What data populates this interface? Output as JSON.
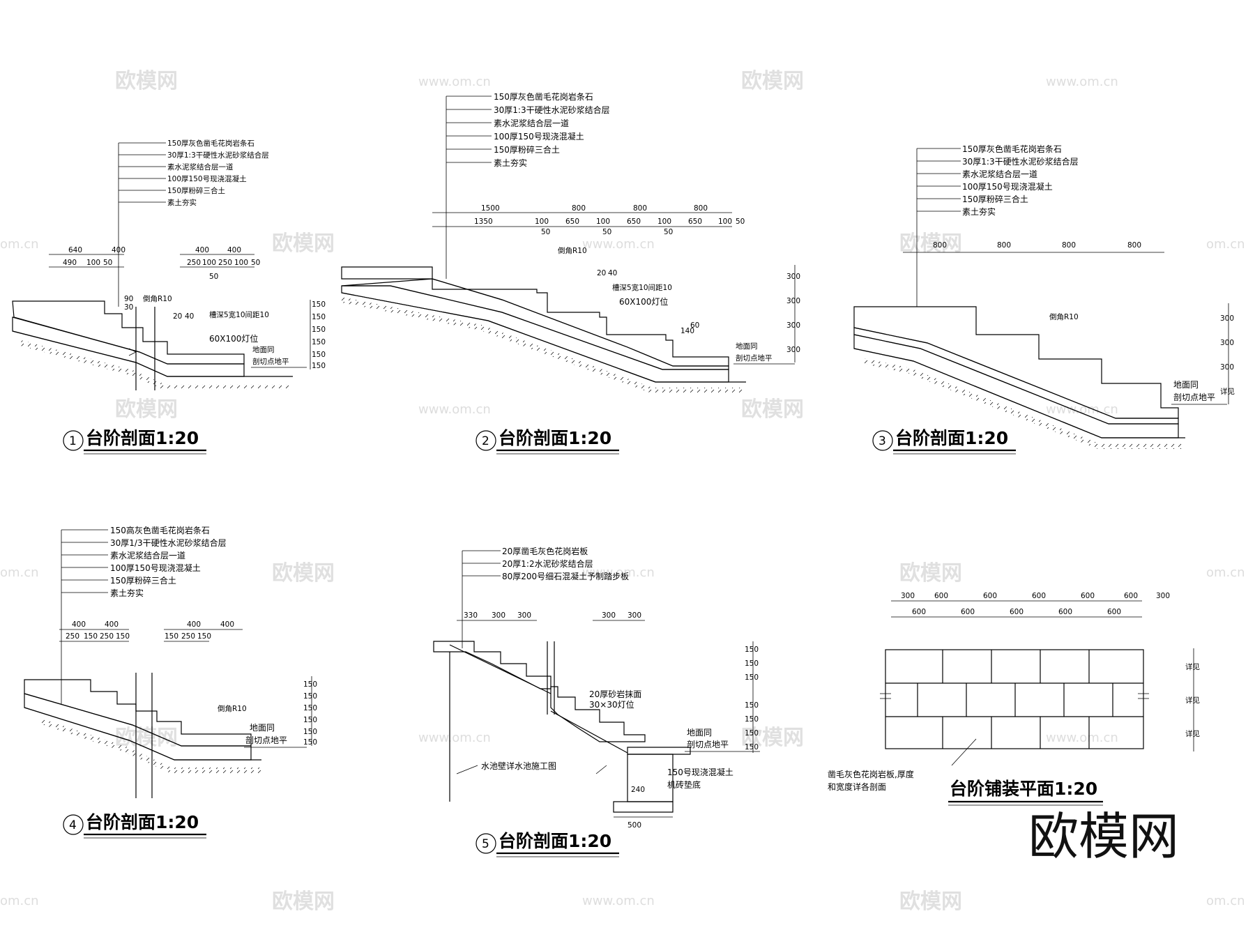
{
  "watermark": {
    "logo_text": "欧模网",
    "repeat_texts": [
      "欧模网",
      "www.om.cn",
      "om.cn"
    ]
  },
  "drawings": [
    {
      "title": "台阶剖面1:20",
      "number": "1",
      "layers": [
        "150厚灰色凿毛花岗岩条石",
        "30厚1:3干硬性水泥砂浆结合层",
        "素水泥浆结合层一道",
        "100厚150号现浇混凝土",
        "150厚粉碎三合土",
        "素土夯实"
      ],
      "dims_top": [
        "640",
        "400",
        "400",
        "400"
      ],
      "dims_bottom": [
        "490",
        "100",
        "50",
        "250",
        "100",
        "250",
        "100",
        "50",
        "50"
      ],
      "notes": [
        "倒角R10",
        "槽深5宽10间距10",
        "20",
        "40",
        "60X100灯位",
        "地面同",
        "剖切点地平",
        "30",
        "90"
      ],
      "dims_right": [
        "150",
        "150",
        "150",
        "150",
        "150",
        "150"
      ]
    },
    {
      "title": "台阶剖面1:20",
      "number": "2",
      "layers": [
        "150厚灰色凿毛花岗岩条石",
        "30厚1:3干硬性水泥砂浆结合层",
        "素水泥浆结合层一道",
        "100厚150号现浇混凝土",
        "150厚粉碎三合土",
        "素土夯实"
      ],
      "dims_top": [
        "1500",
        "800",
        "800",
        "800"
      ],
      "dims_bottom": [
        "1350",
        "100",
        "650",
        "100",
        "650",
        "100",
        "650",
        "100",
        "50",
        "50",
        "50",
        "50"
      ],
      "notes": [
        "倒角R10",
        "20",
        "40",
        "槽深5宽10间距10",
        "60X100灯位",
        "140",
        "60",
        "地面同",
        "剖切点地平"
      ],
      "dims_right": [
        "300",
        "300",
        "300",
        "300"
      ]
    },
    {
      "title": "台阶剖面1:20",
      "number": "3",
      "layers": [
        "150厚灰色凿毛花岗岩条石",
        "30厚1:3干硬性水泥砂浆结合层",
        "素水泥浆结合层一道",
        "100厚150号现浇混凝土",
        "150厚粉碎三合土",
        "素土夯实"
      ],
      "dims_top": [
        "800",
        "800",
        "800",
        "800"
      ],
      "notes": [
        "倒角R10",
        "地面同",
        "剖切点地平"
      ],
      "dims_right": [
        "300",
        "300",
        "300",
        "详见"
      ]
    },
    {
      "title": "台阶剖面1:20",
      "number": "4",
      "layers": [
        "150高灰色凿毛花岗岩条石",
        "30厚1/3干硬性水泥砂浆结合层",
        "素水泥浆结合层一道",
        "100厚150号现浇混凝土",
        "150厚粉碎三合土",
        "素土夯实"
      ],
      "dims_top": [
        "400",
        "400",
        "400",
        "400"
      ],
      "dims_bottom": [
        "250",
        "150",
        "250",
        "150",
        "150",
        "250",
        "150"
      ],
      "notes": [
        "倒角R10",
        "地面同",
        "剖切点地平"
      ],
      "dims_right": [
        "150",
        "150",
        "150",
        "150",
        "150",
        "150"
      ]
    },
    {
      "title": "台阶剖面1:20",
      "number": "5",
      "layers": [
        "20厚凿毛灰色花岗岩板",
        "20厚1:2水泥砂浆结合层",
        "80厚200号细石混凝土予制踏步板"
      ],
      "dims_top": [
        "330",
        "300",
        "300",
        "300",
        "300"
      ],
      "notes": [
        "20厚砂岩抹面",
        "30×30灯位",
        "地面同",
        "剖切点地平",
        "水池壁详水池施工图",
        "150号现浇混凝土",
        "机砖垫底",
        "240",
        "500"
      ],
      "dims_right": [
        "150",
        "150",
        "150",
        "150",
        "150",
        "150",
        "150"
      ]
    },
    {
      "title": "台阶铺装平面1:20",
      "number": "",
      "dims_top": [
        "300",
        "600",
        "600",
        "600",
        "600",
        "600",
        "300"
      ],
      "dims_bottom": [
        "600",
        "600",
        "600",
        "600",
        "600"
      ],
      "notes": [
        "凿毛灰色花岗岩板,厚度",
        "和宽度详各剖面"
      ],
      "dims_right": [
        "详见",
        "详见",
        "详见"
      ]
    }
  ]
}
